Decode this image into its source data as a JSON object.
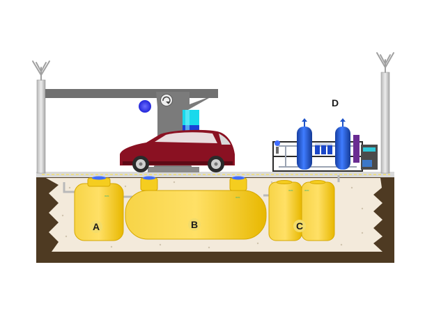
{
  "labels": {
    "a": "A",
    "b": "B",
    "c": "C",
    "d": "D"
  },
  "colors": {
    "soil": "#4e3a22",
    "gravel": "#f3eadb",
    "tank": "#f2c200",
    "car": "#8a1122",
    "filter_vessel": "#1d52c8",
    "gantry": "#7b7b7b",
    "brush": "#19d9ec"
  },
  "icons": [
    "rotation-arrow-icon",
    "lightning-rod-icon"
  ]
}
